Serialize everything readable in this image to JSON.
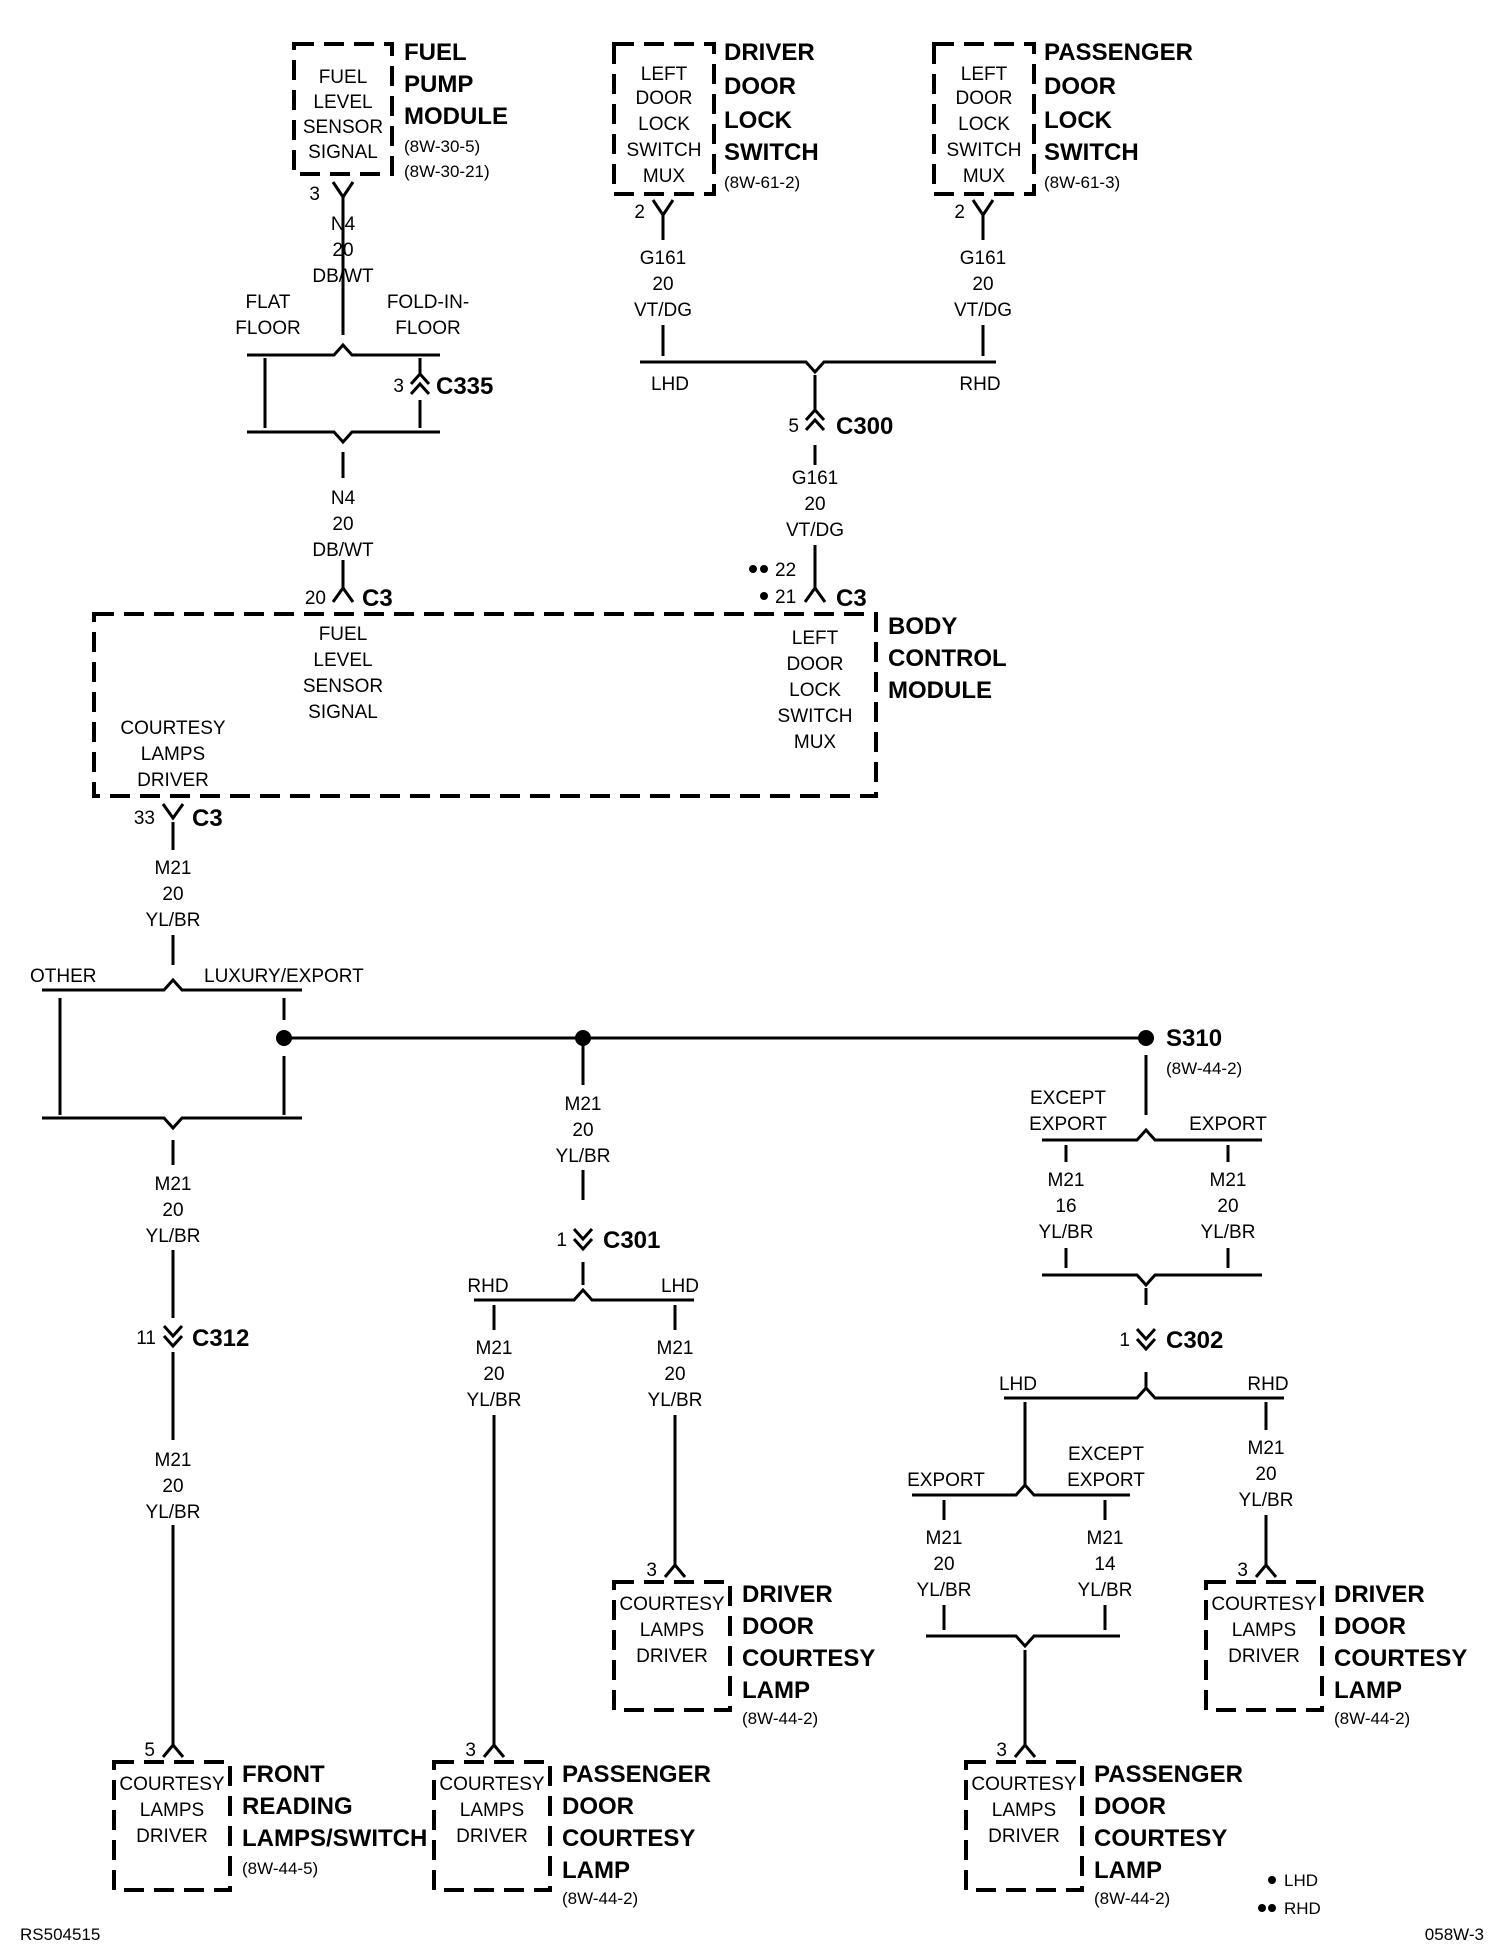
{
  "components": {
    "fuel_pump_module": {
      "inner": [
        "FUEL",
        "LEVEL",
        "SENSOR",
        "SIGNAL"
      ],
      "name": [
        "FUEL",
        "PUMP",
        "MODULE"
      ],
      "refs": [
        "(8W-30-5)",
        "(8W-30-21)"
      ],
      "pin": "3"
    },
    "driver_door_lock_switch": {
      "inner": [
        "LEFT",
        "DOOR",
        "LOCK",
        "SWITCH",
        "MUX"
      ],
      "name": [
        "DRIVER",
        "DOOR",
        "LOCK",
        "SWITCH"
      ],
      "refs": [
        "(8W-61-2)"
      ],
      "pin": "2"
    },
    "passenger_door_lock_switch": {
      "inner": [
        "LEFT",
        "DOOR",
        "LOCK",
        "SWITCH",
        "MUX"
      ],
      "name": [
        "PASSENGER",
        "DOOR",
        "LOCK",
        "SWITCH"
      ],
      "refs": [
        "(8W-61-3)"
      ],
      "pin": "2"
    },
    "body_control_module": {
      "name": [
        "BODY",
        "CONTROL",
        "MODULE"
      ],
      "fuel_inner": [
        "FUEL",
        "LEVEL",
        "SENSOR",
        "SIGNAL"
      ],
      "fuel_pin": "20",
      "fuel_conn": "C3",
      "lock_inner": [
        "LEFT",
        "DOOR",
        "LOCK",
        "SWITCH",
        "MUX"
      ],
      "lock_pins": [
        "22",
        "21"
      ],
      "lock_conn": "C3",
      "courtesy_inner": [
        "COURTESY",
        "LAMPS",
        "DRIVER"
      ],
      "courtesy_pin": "33",
      "courtesy_conn": "C3"
    },
    "front_reading_lamps": {
      "inner": [
        "COURTESY",
        "LAMPS",
        "DRIVER"
      ],
      "name": [
        "FRONT",
        "READING",
        "LAMPS/SWITCH"
      ],
      "refs": [
        "(8W-44-5)"
      ],
      "pin": "5"
    },
    "passenger_courtesy_lamp_1": {
      "inner": [
        "COURTESY",
        "LAMPS",
        "DRIVER"
      ],
      "name": [
        "PASSENGER",
        "DOOR",
        "COURTESY",
        "LAMP"
      ],
      "refs": [
        "(8W-44-2)"
      ],
      "pin": "3"
    },
    "driver_courtesy_lamp_1": {
      "inner": [
        "COURTESY",
        "LAMPS",
        "DRIVER"
      ],
      "name": [
        "DRIVER",
        "DOOR",
        "COURTESY",
        "LAMP"
      ],
      "refs": [
        "(8W-44-2)"
      ],
      "pin": "3"
    },
    "passenger_courtesy_lamp_2": {
      "inner": [
        "COURTESY",
        "LAMPS",
        "DRIVER"
      ],
      "name": [
        "PASSENGER",
        "DOOR",
        "COURTESY",
        "LAMP"
      ],
      "refs": [
        "(8W-44-2)"
      ],
      "pin": "3"
    },
    "driver_courtesy_lamp_2": {
      "inner": [
        "COURTESY",
        "LAMPS",
        "DRIVER"
      ],
      "name": [
        "DRIVER",
        "DOOR",
        "COURTESY",
        "LAMP"
      ],
      "refs": [
        "(8W-44-2)"
      ],
      "pin": "3"
    }
  },
  "wires": {
    "n4_upper": [
      "N4",
      "20",
      "DB/WT"
    ],
    "n4_lower": [
      "N4",
      "20",
      "DB/WT"
    ],
    "g161_left": [
      "G161",
      "20",
      "VT/DG"
    ],
    "g161_right": [
      "G161",
      "20",
      "VT/DG"
    ],
    "g161_lower": [
      "G161",
      "20",
      "VT/DG"
    ],
    "m21_bcm": [
      "M21",
      "20",
      "YL/BR"
    ],
    "m21_other": [
      "M21",
      "20",
      "YL/BR"
    ],
    "m21_front": [
      "M21",
      "20",
      "YL/BR"
    ],
    "m21_mid": [
      "M21",
      "20",
      "YL/BR"
    ],
    "m21_rhd_pass": [
      "M21",
      "20",
      "YL/BR"
    ],
    "m21_lhd_drv": [
      "M21",
      "20",
      "YL/BR"
    ],
    "m21_except_export": [
      "M21",
      "16",
      "YL/BR"
    ],
    "m21_export": [
      "M21",
      "20",
      "YL/BR"
    ],
    "m21_export_2": [
      "M21",
      "20",
      "YL/BR"
    ],
    "m21_except_export_2": [
      "M21",
      "14",
      "YL/BR"
    ],
    "m21_rhd_drv": [
      "M21",
      "20",
      "YL/BR"
    ]
  },
  "connectors": {
    "c335": {
      "name": "C335",
      "pin": "3"
    },
    "c300": {
      "name": "C300",
      "pin": "5"
    },
    "c312": {
      "name": "C312",
      "pin": "11"
    },
    "c301": {
      "name": "C301",
      "pin": "1"
    },
    "c302": {
      "name": "C302",
      "pin": "1"
    }
  },
  "splice": {
    "name": "S310",
    "ref": "(8W-44-2)"
  },
  "options": {
    "flat_floor": [
      "FLAT",
      "FLOOR"
    ],
    "fold_in_floor": [
      "FOLD-IN-",
      "FLOOR"
    ],
    "lhd": "LHD",
    "rhd": "RHD",
    "other": "OTHER",
    "luxury_export": "LUXURY/EXPORT",
    "except_export": [
      "EXCEPT",
      "EXPORT"
    ],
    "export": "EXPORT",
    "c301_rhd": "RHD",
    "c301_lhd": "LHD",
    "c302_lhd": "LHD",
    "c302_rhd": "RHD",
    "lower_export": "EXPORT",
    "lower_except_export": [
      "EXCEPT",
      "EXPORT"
    ]
  },
  "legend": {
    "one_dot": "LHD",
    "two_dots": "RHD"
  },
  "footer": {
    "left": "RS504515",
    "right": "058W-3"
  }
}
